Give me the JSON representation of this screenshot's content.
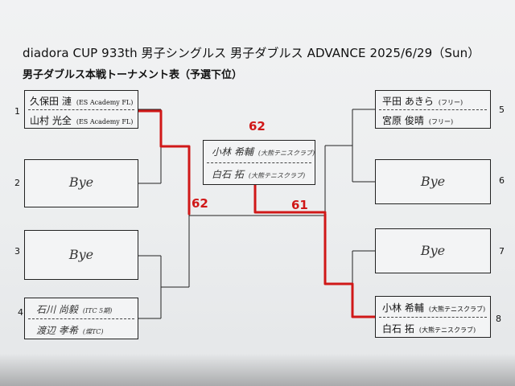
{
  "header": {
    "title": "diadora CUP 933th 男子シングルス 男子ダブルス ADVANCE 2025/6/29（Sun）",
    "subtitle": "男子ダブルス本戦トーナメント表（予選下位）"
  },
  "entries": [
    {
      "num": "1",
      "player1": "久保田 漣",
      "club1": "(ES Academy FL)",
      "player2": "山村 光全",
      "club2": "(ES Academy FL)"
    },
    {
      "num": "2",
      "bye": "Bye"
    },
    {
      "num": "3",
      "bye": "Bye"
    },
    {
      "num": "4",
      "player1": "石川 尚毅",
      "club1": "(ITC 5期)",
      "player2": "渡辺 孝希",
      "club2": "(燦TC)"
    },
    {
      "num": "5",
      "player1": "平田 あきら",
      "club1": "(フリー)",
      "player2": "宮原 俊晴",
      "club2": "(フリー)"
    },
    {
      "num": "6",
      "bye": "Bye"
    },
    {
      "num": "7",
      "bye": "Bye"
    },
    {
      "num": "8",
      "player1": "小林 希輔",
      "club1": "(大熊テニスクラブ)",
      "player2": "白石 拓",
      "club2": "(大熊テニスクラブ)"
    }
  ],
  "winner": {
    "player1": "小林 希輔",
    "club1": "(大熊テニスクラブ)",
    "player2": "白石 拓",
    "club2": "(大熊テニスクラブ)"
  },
  "scores": {
    "final": "62",
    "left_semi": "62",
    "right_semi": "61"
  },
  "colors": {
    "result_line": "#d01818",
    "bracket_line": "#222222"
  }
}
